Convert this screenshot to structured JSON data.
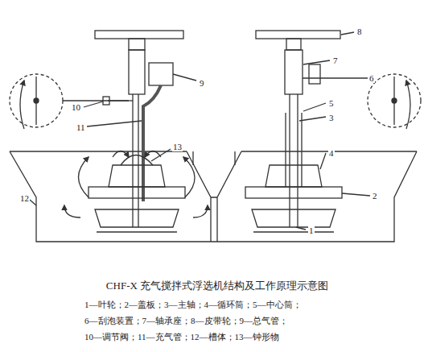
{
  "diagram": {
    "caption": "CHF-X 充气搅拌式浮选机结构及工作原理示意图",
    "labels": [
      "1",
      "2",
      "3",
      "4",
      "5",
      "6",
      "7",
      "8",
      "9",
      "10",
      "11",
      "12",
      "13",
      "1—叶轮；2—盖板；3—主轴；4—循环筒；5—中心筒；",
      "6—刮泡装置；7—轴承座；8—皮带轮；9—总气管；",
      "10—调节阀；11—充气管；12—槽体；13—钟形物"
    ]
  }
}
